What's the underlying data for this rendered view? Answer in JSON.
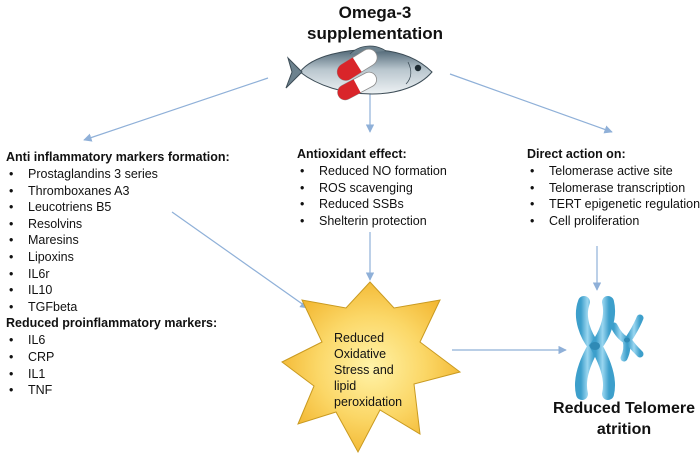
{
  "title_line1": "Omega-3",
  "title_line2": "supplementation",
  "icons": {
    "fish": "fish-capsule-icon",
    "chromosome": "chromosome-icon",
    "star": "star-burst-icon"
  },
  "colors": {
    "arrow": "#8fb0d8",
    "star_fill_center": "#fff3a8",
    "star_fill_edge": "#f2b52e",
    "star_stroke": "#c99a20",
    "chromosome": "#5eb7de",
    "capsule_red": "#d9252a"
  },
  "left": {
    "heading1": "Anti inflammatory markers formation:",
    "items1": [
      "Prostaglandins 3 series",
      "Thromboxanes A3",
      "Leucotriens B5",
      "Resolvins",
      "Maresins",
      "Lipoxins",
      "IL6r",
      "IL10",
      "TGFbeta"
    ],
    "heading2": "Reduced proinflammatory markers:",
    "items2": [
      "IL6",
      "CRP",
      "IL1",
      "TNF"
    ]
  },
  "middle": {
    "heading": "Antioxidant effect:",
    "items": [
      "Reduced NO formation",
      "ROS scavenging",
      "Reduced SSBs",
      "Shelterin protection"
    ]
  },
  "right": {
    "heading": "Direct action on:",
    "items": [
      "Telomerase active site",
      "Telomerase transcription",
      "TERT epigenetic regulation",
      "Cell proliferation"
    ]
  },
  "star_text": [
    "Reduced",
    "Oxidative",
    "Stress and",
    "lipid",
    "peroxidation"
  ],
  "result_line1": "Reduced Telomere",
  "result_line2": "atrition"
}
